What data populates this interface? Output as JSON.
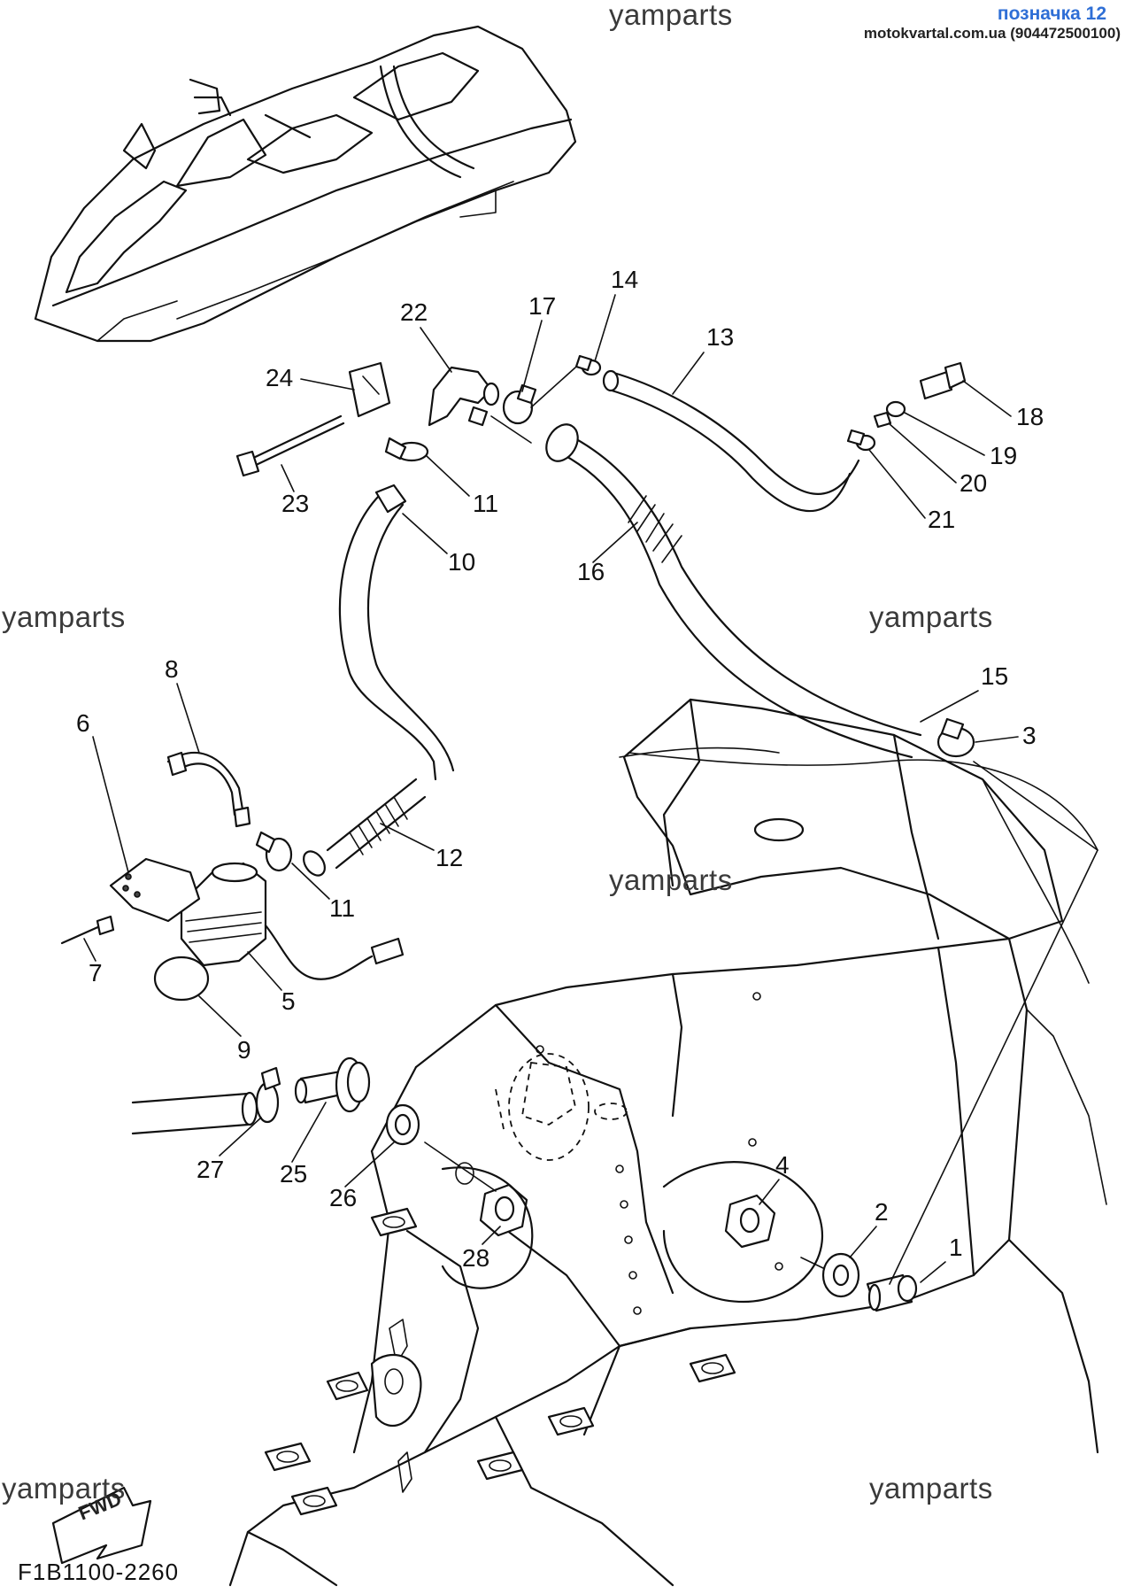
{
  "header": {
    "label": "позначка 12",
    "site": "motokvartal.com.ua (904472500100)"
  },
  "watermark": "yamparts",
  "diagram_code": "F1B1100-2260",
  "fwd_label": "FWD",
  "parts": [
    {
      "num": "1"
    },
    {
      "num": "2"
    },
    {
      "num": "3"
    },
    {
      "num": "4"
    },
    {
      "num": "5"
    },
    {
      "num": "6"
    },
    {
      "num": "7"
    },
    {
      "num": "8"
    },
    {
      "num": "9"
    },
    {
      "num": "10"
    },
    {
      "num": "11"
    },
    {
      "num": "11"
    },
    {
      "num": "12"
    },
    {
      "num": "13"
    },
    {
      "num": "14"
    },
    {
      "num": "15"
    },
    {
      "num": "16"
    },
    {
      "num": "17"
    },
    {
      "num": "18"
    },
    {
      "num": "19"
    },
    {
      "num": "20"
    },
    {
      "num": "21"
    },
    {
      "num": "22"
    },
    {
      "num": "23"
    },
    {
      "num": "24"
    },
    {
      "num": "25"
    },
    {
      "num": "26"
    },
    {
      "num": "27"
    },
    {
      "num": "28"
    }
  ]
}
